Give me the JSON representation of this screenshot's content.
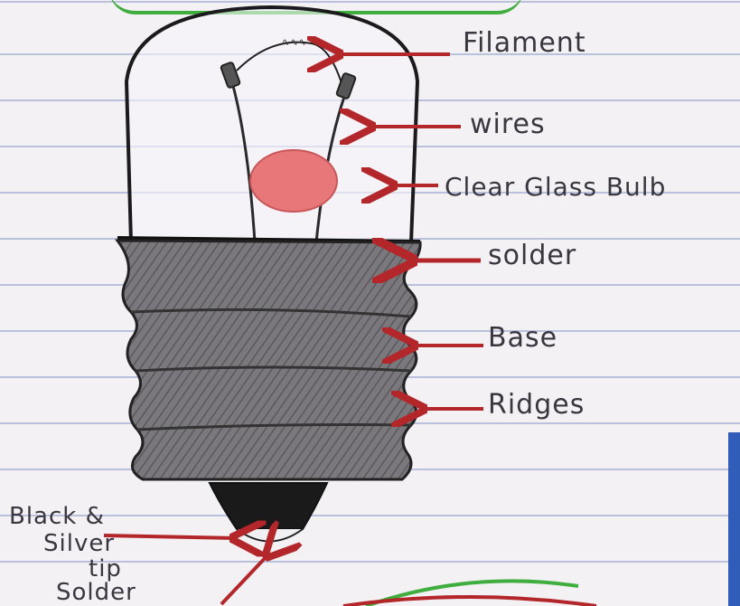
{
  "labels": {
    "filament": "Filament",
    "wires": "wires",
    "glass_bulb": "Clear Glass Bulb",
    "solder_top": "solder",
    "base": "Base",
    "ridges": "Ridges",
    "tip_line1": "Black &",
    "tip_line2": "Silver",
    "tip_line3": "tip",
    "tip_line4": "Solder"
  },
  "colors": {
    "arrow": "#b3262a",
    "base_gray": "#6f6d72",
    "tip_black": "#1a1a1a",
    "bead_red": "#e8777a",
    "green_marker": "#3fae3f"
  }
}
